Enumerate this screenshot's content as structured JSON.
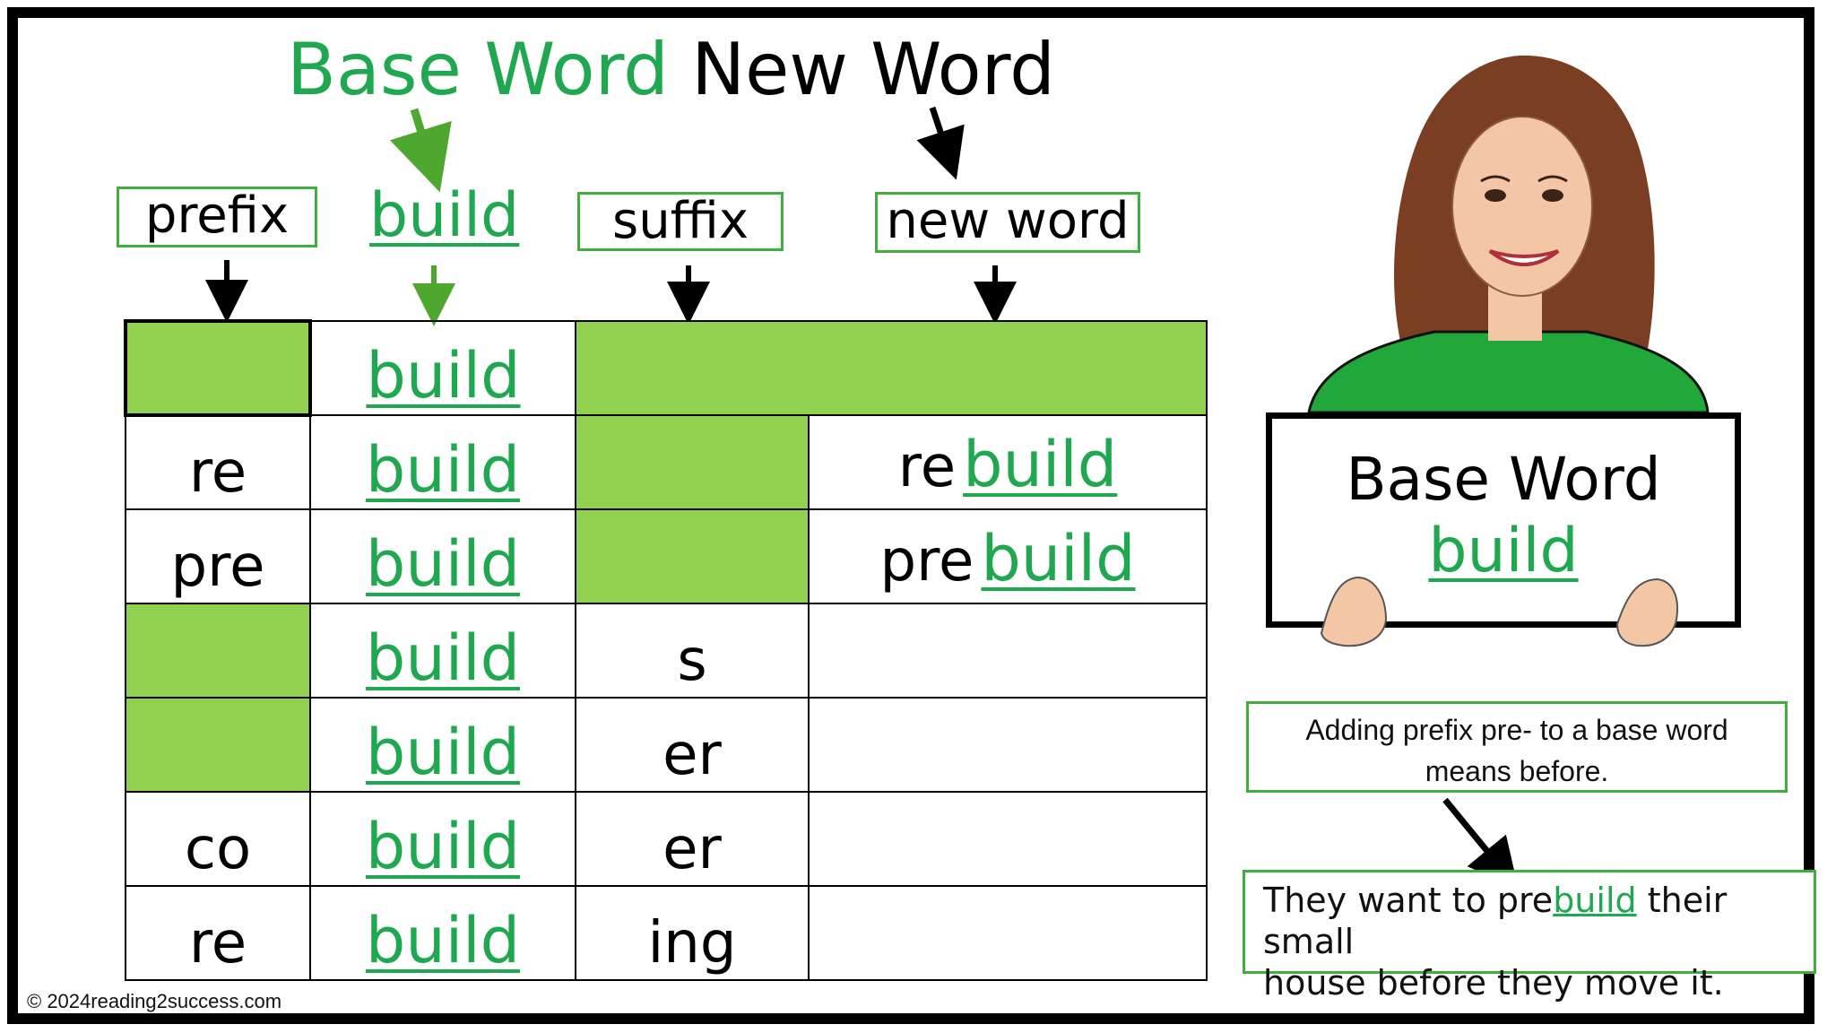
{
  "heading": {
    "base_word": "Base Word",
    "new_word": "New Word"
  },
  "labels": {
    "prefix": "prefix",
    "build": "build",
    "suffix": "suffix",
    "new_word": "new word"
  },
  "table": {
    "rows": [
      {
        "prefix": "",
        "base": "build",
        "suffix": "",
        "new_word_prefix": "",
        "new_word_base": ""
      },
      {
        "prefix": "re",
        "base": "build",
        "suffix": "",
        "new_word_prefix": "re",
        "new_word_base": "build"
      },
      {
        "prefix": "pre",
        "base": "build",
        "suffix": "",
        "new_word_prefix": "pre",
        "new_word_base": "build"
      },
      {
        "prefix": "",
        "base": "build",
        "suffix": "s",
        "new_word_prefix": "",
        "new_word_base": ""
      },
      {
        "prefix": "",
        "base": "build",
        "suffix": "er",
        "new_word_prefix": "",
        "new_word_base": ""
      },
      {
        "prefix": "co",
        "base": "build",
        "suffix": "er",
        "new_word_prefix": "",
        "new_word_base": ""
      },
      {
        "prefix": "re",
        "base": "build",
        "suffix": "ing",
        "new_word_prefix": "",
        "new_word_base": ""
      }
    ],
    "fill_color": "#92d050"
  },
  "sign": {
    "title": "Base Word",
    "word": "build"
  },
  "note_definition": {
    "line1": "Adding prefix pre- to a base word",
    "line2": "means before."
  },
  "note_example": {
    "part1": "They want to pre",
    "part2": "build",
    "part3": " their small",
    "line2": "house before they move it."
  },
  "copyright": "© 2024reading2success.com",
  "colors": {
    "green_text": "#1fa84f",
    "green_fill": "#92d050",
    "box_border": "#3fae3f",
    "shirt": "#22a83a",
    "hair": "#7a3f22",
    "skin": "#f3c6a6"
  }
}
